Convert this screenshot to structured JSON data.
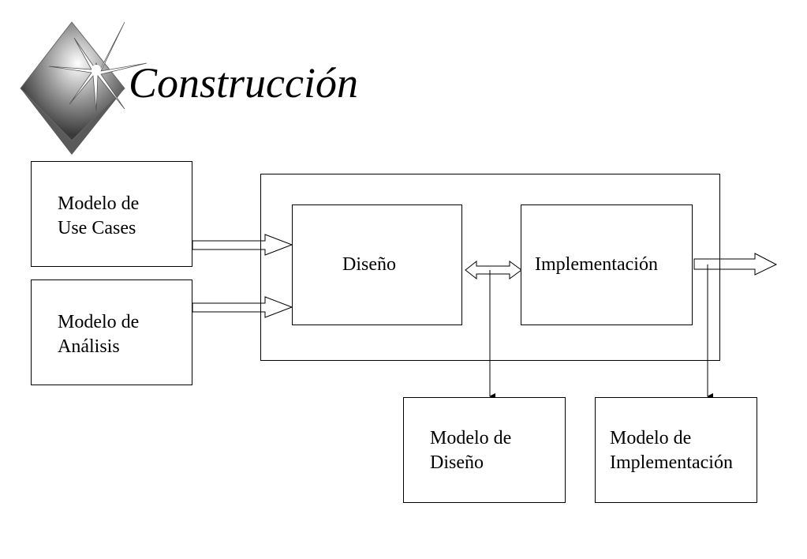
{
  "slide": {
    "title": "Construcción"
  },
  "inputs": {
    "use_cases": {
      "line1": "Modelo de",
      "line2": "Use Cases"
    },
    "analisis": {
      "line1": "Modelo de",
      "line2": "Análisis"
    }
  },
  "process": {
    "diseno": "Diseño",
    "implementacion": "Implementación"
  },
  "outputs": {
    "modelo_diseno": {
      "line1": "Modelo de",
      "line2": "Diseño"
    },
    "modelo_implementacion": {
      "line1": "Modelo de",
      "line2": "Implementación"
    }
  }
}
